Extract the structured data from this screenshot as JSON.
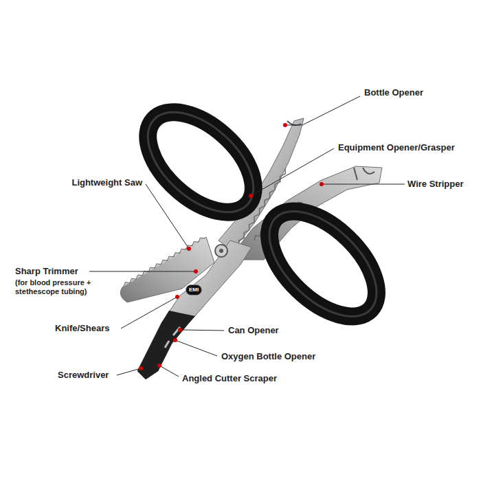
{
  "diagram": {
    "labels": [
      "Bottle Opener",
      "Equipment Opener/Grasper",
      "Lightweight Saw",
      "Wire Stripper",
      "Sharp Trimmer",
      "(for blood pressure + stethescope tubing)",
      "Knife/Shears",
      "Can Opener",
      "Oxygen Bottle Opener",
      "Screwdriver",
      "Angled Cutter Scraper",
      "EMI"
    ]
  }
}
